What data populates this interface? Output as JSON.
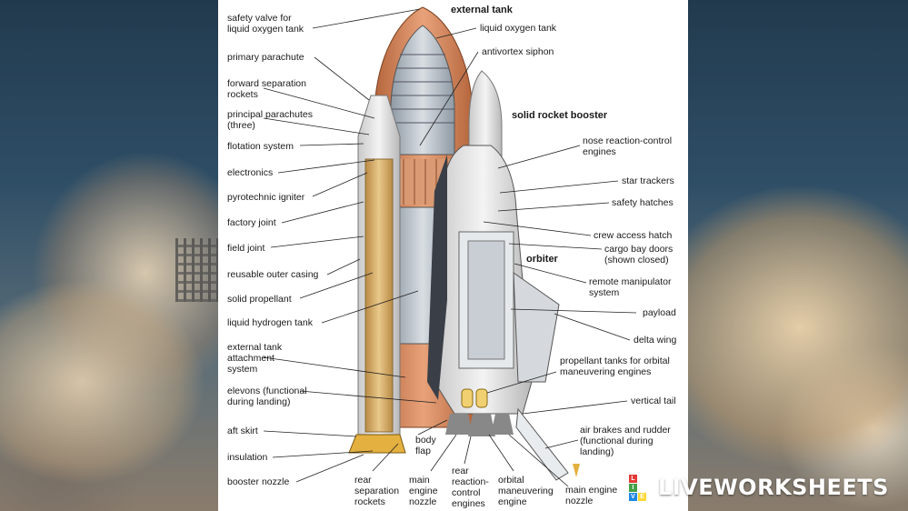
{
  "headings": {
    "external_tank": "external tank",
    "solid_rocket_booster": "solid rocket booster",
    "orbiter": "orbiter"
  },
  "left_labels": [
    "safety valve for\nliquid oxygen tank",
    "primary parachute",
    "forward separation\nrockets",
    "principal parachutes\n(three)",
    "flotation system",
    "electronics",
    "pyrotechnic igniter",
    "factory joint",
    "field joint",
    "reusable outer casing",
    "solid propellant",
    "liquid hydrogen tank",
    "external tank\nattachment\nsystem",
    "elevons (functional\nduring landing)",
    "aft skirt",
    "insulation",
    "booster nozzle"
  ],
  "right_labels": [
    "liquid oxygen tank",
    "antivortex siphon",
    "nose reaction-control\nengines",
    "star trackers",
    "safety hatches",
    "crew access hatch",
    "cargo bay doors\n(shown closed)",
    "remote manipulator\nsystem",
    "payload",
    "delta wing",
    "propellant tanks for orbital\nmaneuvering engines",
    "vertical tail",
    "air brakes and rudder\n(functional during\nlanding)"
  ],
  "bottom_labels": [
    "body\nflap",
    "rear\nseparation\nrockets",
    "main\nengine\nnozzle",
    "rear\nreaction-\ncontrol\nengines",
    "orbital\nmaneuvering\nengine",
    "main engine\nnozzle"
  ],
  "logo": {
    "text": "LIVEWORKSHEETS",
    "letters": [
      "L",
      "I",
      "V",
      "E"
    ],
    "colors": [
      "#e53935",
      "#43a047",
      "#1e88e5",
      "#fdd835"
    ]
  }
}
